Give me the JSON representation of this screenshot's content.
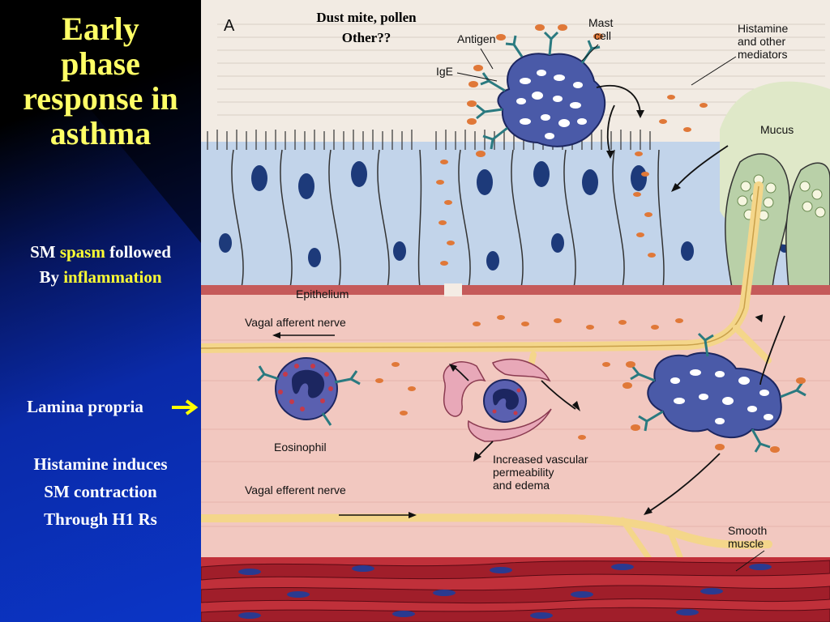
{
  "sidebar": {
    "title_lines": [
      "Early",
      "phase",
      "response in",
      "asthma"
    ],
    "sm_part1": "SM ",
    "sm_spasm": "spasm",
    "sm_part2": " followed",
    "sm_line2_part1": "By ",
    "sm_inflammation": "inflammation",
    "lamina": "Lamina propria",
    "histamine_lines": [
      "Histamine induces",
      "SM contraction",
      "Through H1 Rs"
    ]
  },
  "diagram": {
    "top_note_lines": [
      "Dust mite, pollen",
      "Other??"
    ],
    "panel_letter": "A",
    "labels": {
      "antigen": "Antigen",
      "ige": "IgE",
      "mast_cell_lines": [
        "Mast",
        "cell"
      ],
      "histamine_lines": [
        "Histamine",
        "and other",
        "mediators"
      ],
      "mucus": "Mucus",
      "epithelium": "Epithelium",
      "vagal_afferent": "Vagal afferent nerve",
      "eosinophil": "Eosinophil",
      "vascular_lines": [
        "Increased vascular",
        "permeability",
        "and edema"
      ],
      "vagal_efferent": "Vagal efferent nerve",
      "smooth_muscle_lines": [
        "Smooth",
        "muscle"
      ]
    }
  },
  "colors": {
    "title_yellow": "#ffff66",
    "accent_yellow": "#ffff33",
    "lamina_fill": "#f2c8c0",
    "epithelium_fill": "#c2d4ea",
    "nerve_fill": "#f4d68a",
    "smooth_muscle_fill": "#c0303a",
    "granule_cell_fill": "#4a5aa8",
    "mediator_orange": "#e07838"
  },
  "icons": [
    "right-arrow-icon"
  ]
}
